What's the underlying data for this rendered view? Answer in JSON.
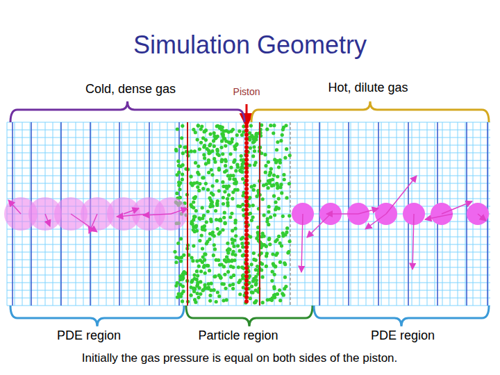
{
  "diagram": {
    "title": "Simulation Geometry",
    "caption": "Initially the gas pressure is equal on both sides of the piston.",
    "labels": [
      "Cold, dense gas",
      "Piston",
      "Hot, dilute gas",
      "PDE region",
      "Particle region",
      "PDE region"
    ]
  }
}
